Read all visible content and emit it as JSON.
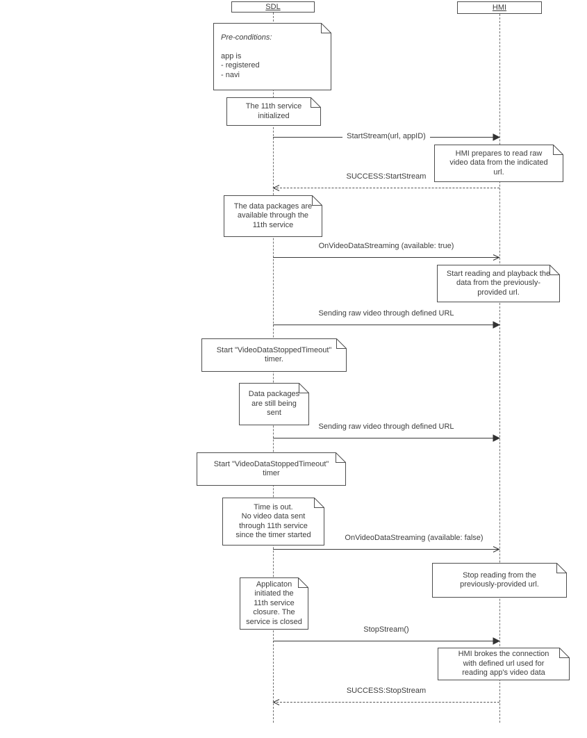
{
  "colors": {
    "background": "#ffffff",
    "line": "#3a3a3a",
    "border": "#4d4d4d",
    "text": "#3d3d3d"
  },
  "lifelines": [
    {
      "label": "SDL"
    },
    {
      "label": "HMI"
    }
  ],
  "notes": [
    {
      "title": "Pre-conditions:",
      "body": "app is\n- registered\n- navi"
    },
    {
      "text": "The 11th service\ninitialized"
    },
    {
      "text": "HMI prepares to read raw\nvideo data from the indicated\nurl."
    },
    {
      "text": "The data packages are\navailable through the\n11th service"
    },
    {
      "text": "Start reading and playback the\ndata from the previously-\nprovided url."
    },
    {
      "text": "Start \"VideoDataStoppedTimeout\"\ntimer."
    },
    {
      "text": "Data packages\nare still being\nsent"
    },
    {
      "text": "Start \"VideoDataStoppedTimeout\"\ntimer"
    },
    {
      "text": "Time is out.\nNo video data sent\nthrough 11th service\nsince the timer started"
    },
    {
      "text": "Stop reading from the\npreviously-provided url."
    },
    {
      "text": "Applicaton\ninitiated the\n11th service\nclosure. The\nservice is closed"
    },
    {
      "text": "HMI brokes the connection\nwith defined url used for\nreading app's video data"
    }
  ],
  "messages": [
    {
      "label": "StartStream(url, appID)"
    },
    {
      "label": "SUCCESS:StartStream"
    },
    {
      "label": "OnVideoDataStreaming (available: true)"
    },
    {
      "label": "Sending raw video through defined URL"
    },
    {
      "label": "Sending raw video through defined URL"
    },
    {
      "label": "OnVideoDataStreaming (available: false)"
    },
    {
      "label": "StopStream()"
    },
    {
      "label": "SUCCESS:StopStream"
    }
  ]
}
